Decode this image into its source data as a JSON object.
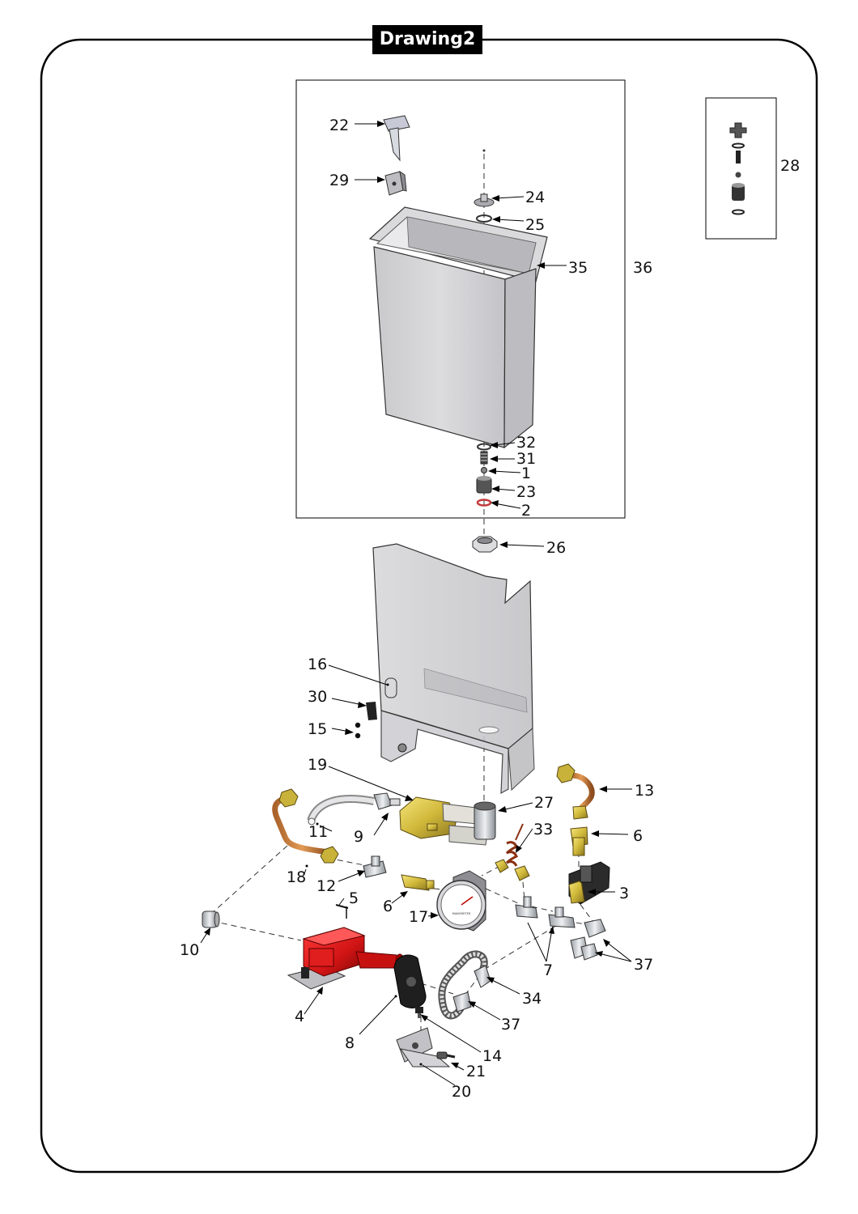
{
  "title": "Drawing2",
  "part_labels": [
    "1",
    "2",
    "3",
    "4",
    "5",
    "6",
    "7",
    "8",
    "9",
    "10",
    "11",
    "12",
    "13",
    "14",
    "15",
    "16",
    "17",
    "18",
    "19",
    "20",
    "21",
    "22",
    "23",
    "24",
    "25",
    "26",
    "27",
    "28",
    "29",
    "30",
    "31",
    "32",
    "33",
    "34",
    "35",
    "36",
    "37"
  ],
  "gauge_text": "MANOMETER"
}
